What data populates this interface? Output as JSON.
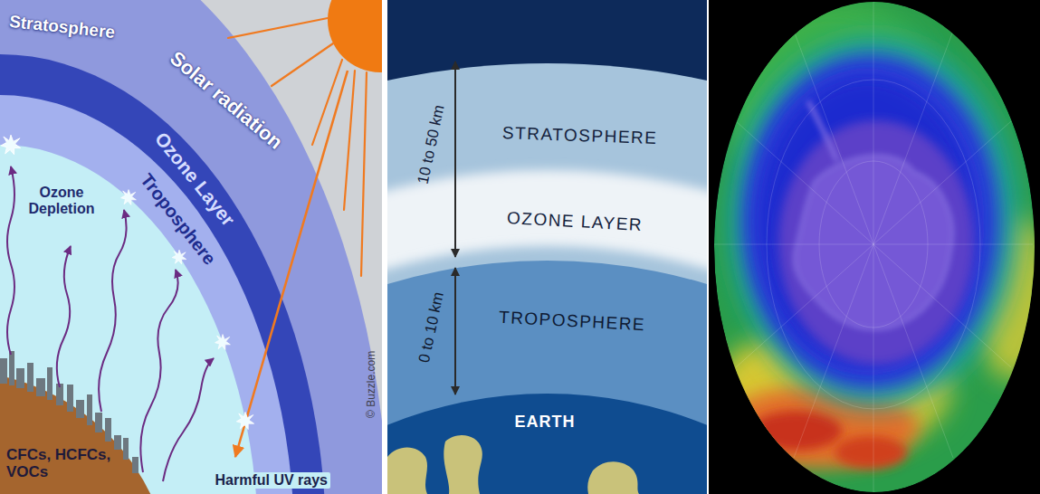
{
  "diagram": {
    "labels": [
      "Stratosphere",
      "Solar radiation",
      "Ozone Layer",
      "Troposphere",
      "Ozone Depletion",
      "CFCs, HCFCs, VOCs",
      "Harmful UV rays",
      "© Buzzle.com",
      "10 to 50 km",
      "STRATOSPHERE",
      "OZONE LAYER",
      "0 to 10 km",
      "TROPOSPHERE",
      "EARTH"
    ]
  }
}
